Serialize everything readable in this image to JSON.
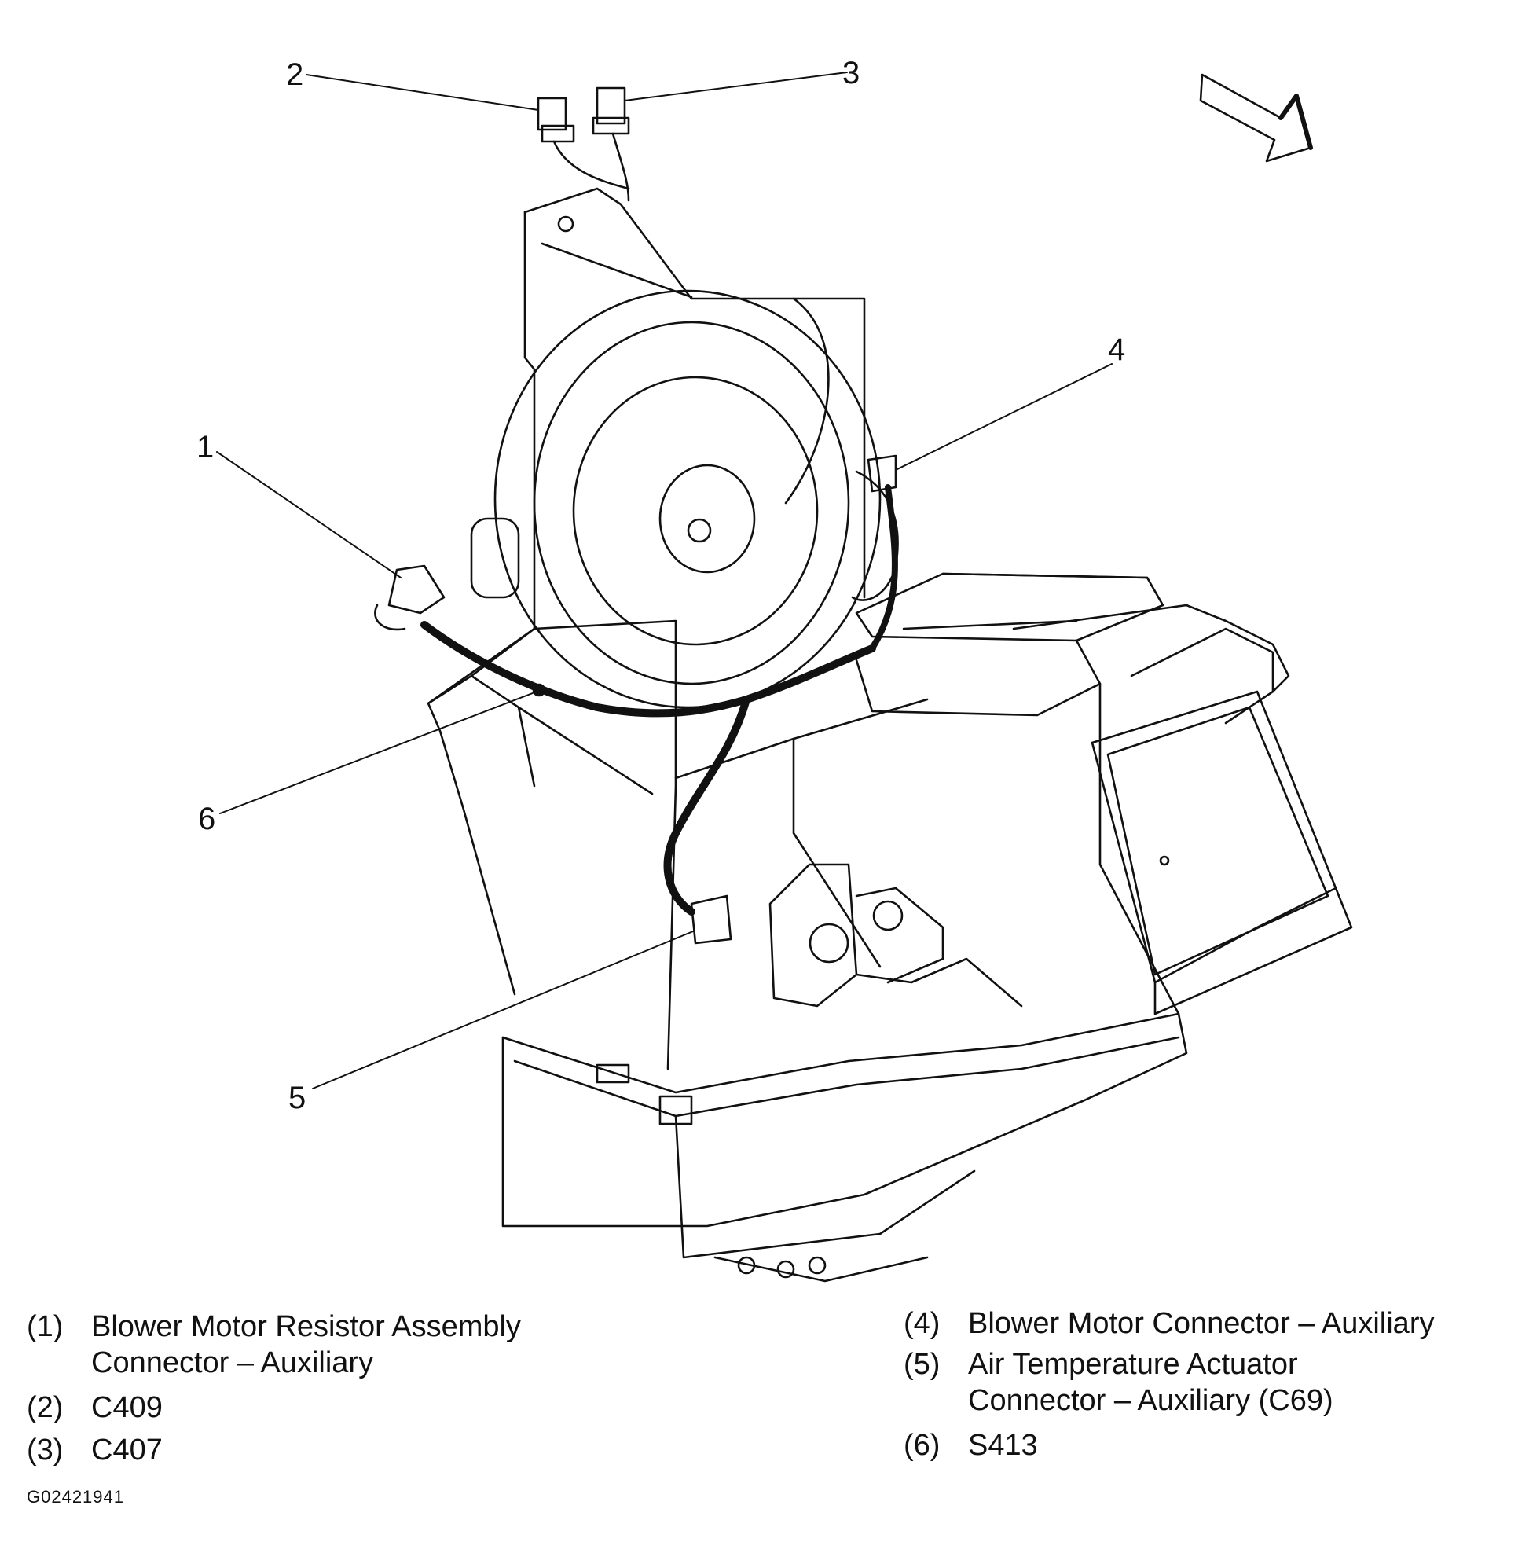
{
  "callouts": [
    {
      "id": "c1",
      "label": "1"
    },
    {
      "id": "c2",
      "label": "2"
    },
    {
      "id": "c3",
      "label": "3"
    },
    {
      "id": "c4",
      "label": "4"
    },
    {
      "id": "c5",
      "label": "5"
    },
    {
      "id": "c6",
      "label": "6"
    }
  ],
  "legend": {
    "left": [
      {
        "num": "(1)",
        "text": "Blower Motor Resistor Assembly Connector – Auxiliary"
      },
      {
        "num": "(2)",
        "text": "C409"
      },
      {
        "num": "(3)",
        "text": "C407"
      }
    ],
    "right": [
      {
        "num": "(4)",
        "text": "Blower Motor Connector – Auxiliary"
      },
      {
        "num": "(5)",
        "text": "Air Temperature Actuator Connector – Auxiliary (C69)"
      },
      {
        "num": "(6)",
        "text": "S413"
      }
    ]
  },
  "figure_id": "G02421941"
}
